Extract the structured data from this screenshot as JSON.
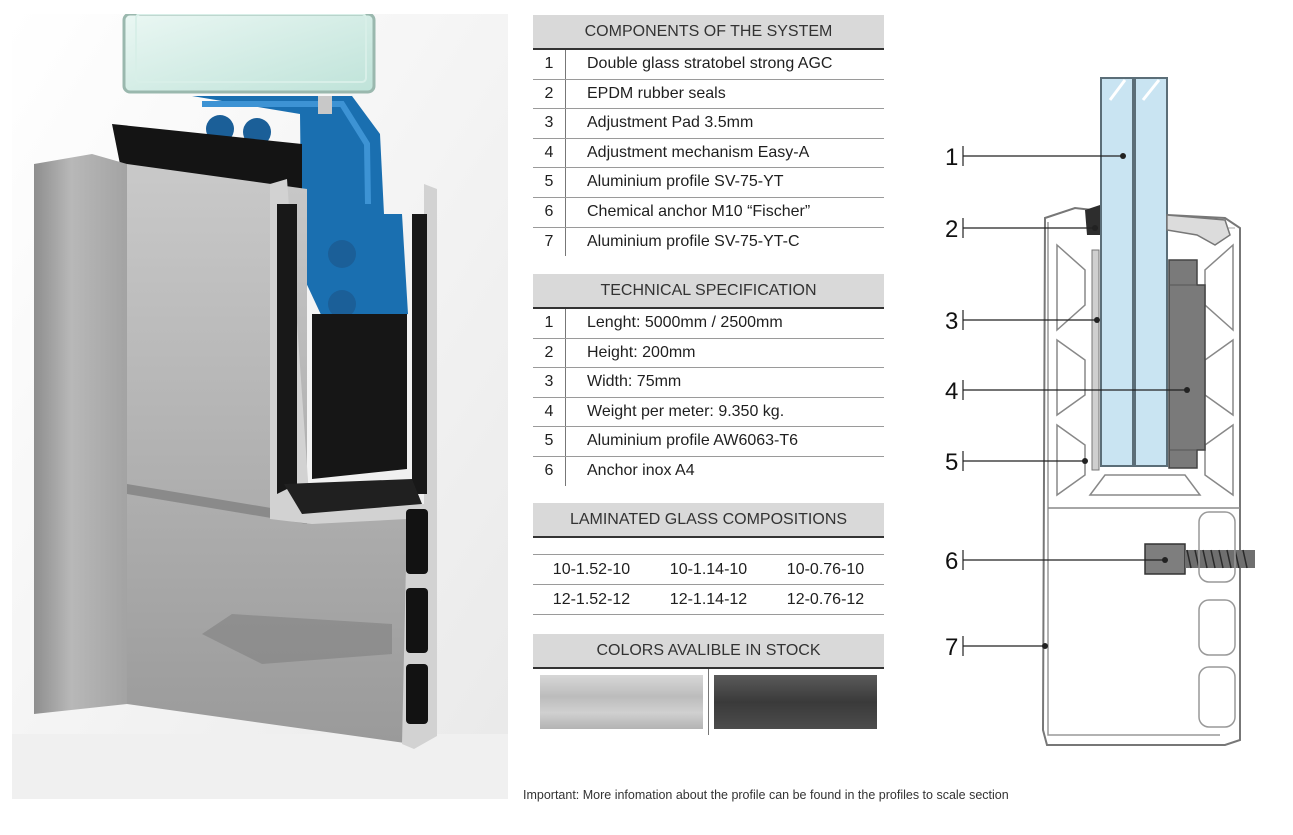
{
  "components": {
    "title": "COMPONENTS OF THE SYSTEM",
    "rows": [
      {
        "num": "1",
        "text": "Double glass stratobel strong AGC"
      },
      {
        "num": "2",
        "text": "EPDM rubber seals"
      },
      {
        "num": "3",
        "text": "Adjustment Pad 3.5mm"
      },
      {
        "num": "4",
        "text": "Adjustment mechanism Easy-A"
      },
      {
        "num": "5",
        "text": "Aluminium profile SV-75-YT"
      },
      {
        "num": "6",
        "text": "Chemical anchor M10 “Fischer”"
      },
      {
        "num": "7",
        "text": "Aluminium profile SV-75-YT-C"
      }
    ]
  },
  "specification": {
    "title": "TECHNICAL SPECIFICATION",
    "rows": [
      {
        "num": "1",
        "text": "Lenght: 5000mm / 2500mm"
      },
      {
        "num": "2",
        "text": "Height: 200mm"
      },
      {
        "num": "3",
        "text": "Width: 75mm"
      },
      {
        "num": "4",
        "text": "Weight per meter: 9.350 kg."
      },
      {
        "num": "5",
        "text": "Aluminium profile AW6063-T6"
      },
      {
        "num": "6",
        "text": "Anchor inox A4"
      }
    ]
  },
  "glass": {
    "title": "LAMINATED GLASS COMPOSITIONS",
    "cells": [
      "10-1.52-10",
      "10-1.14-10",
      "10-0.76-10",
      "12-1.52-12",
      "12-1.14-12",
      "12-0.76-12"
    ]
  },
  "colors": {
    "title": "COLORS AVALIBLE IN STOCK",
    "swatches": [
      {
        "name": "silver-swatch",
        "color": "#c4c4c4"
      },
      {
        "name": "dark-grey-swatch",
        "color": "#444444"
      }
    ]
  },
  "note": "Important: More infomation about the profile can be found in the profiles to scale section",
  "diagram": {
    "callouts": [
      "1",
      "2",
      "3",
      "4",
      "5",
      "6",
      "7"
    ]
  }
}
